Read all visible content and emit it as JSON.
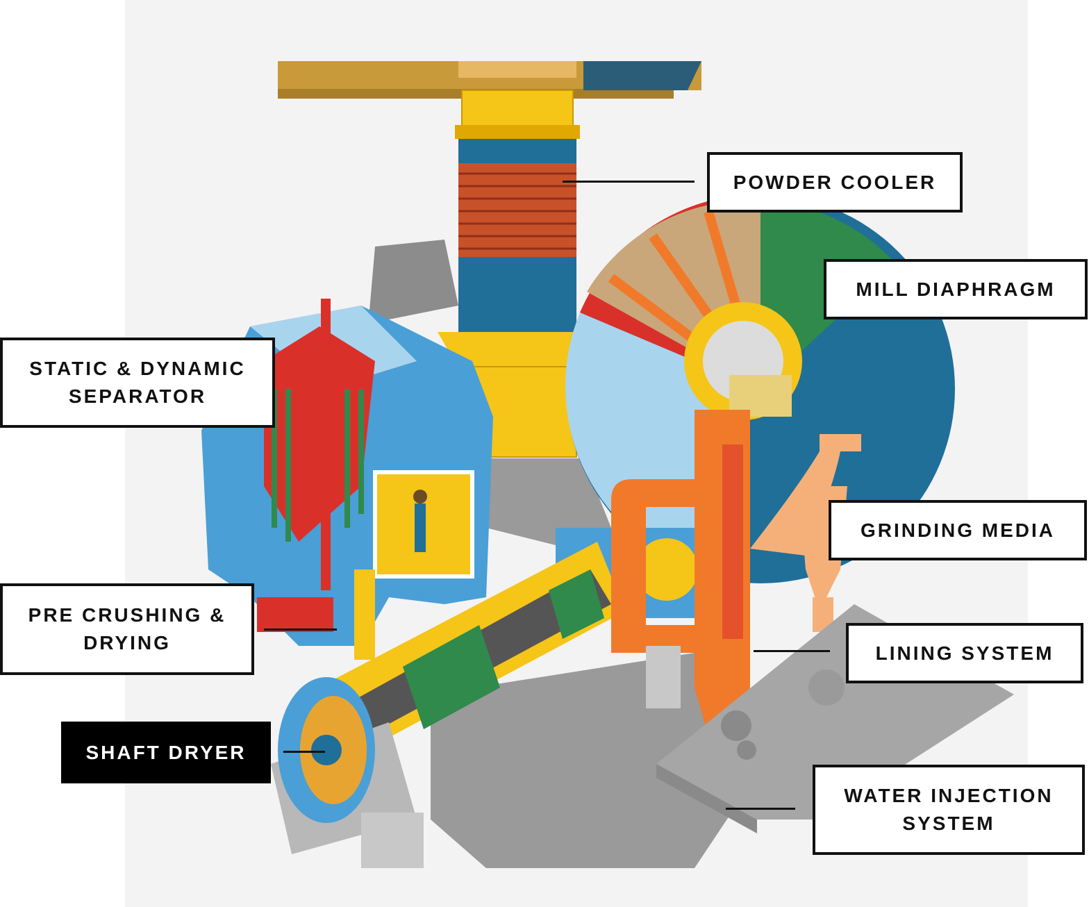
{
  "labels": {
    "powder_cooler": "POWDER COOLER",
    "mill_diaphragm": "MILL DIAPHRAGM",
    "static_dynamic_separator": "STATIC & DYNAMIC SEPARATOR",
    "grinding_media": "GRINDING MEDIA",
    "pre_crushing_drying": "PRE CRUSHING & DRYING",
    "lining_system": "LINING SYSTEM",
    "shaft_dryer": "SHAFT DRYER",
    "water_injection_system": "WATER INJECTION SYSTEM"
  },
  "active_label": "shaft_dryer",
  "colors": {
    "steel_blue": "#4a9fd6",
    "light_blue": "#a9d4ee",
    "dark_blue": "#1f6f99",
    "yellow": "#f5c518",
    "orange": "#f07a2a",
    "red": "#d9312a",
    "green": "#2f8a4c",
    "grey": "#8c8c8c",
    "gold": "#c99a3a"
  }
}
